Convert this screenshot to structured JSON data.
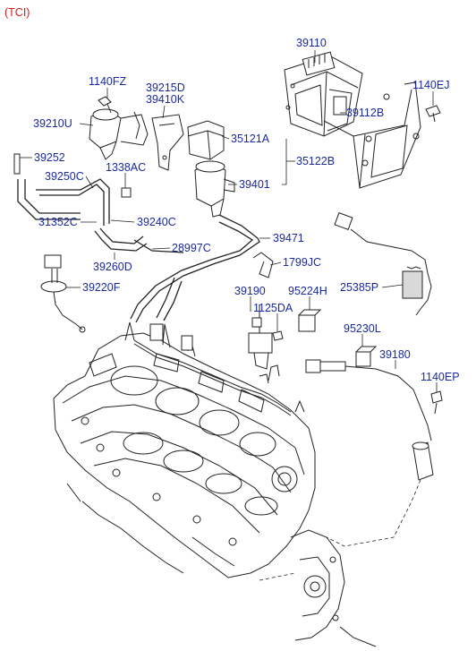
{
  "variant": "(TCI)",
  "parts": {
    "p39110": "39110",
    "p1140FZ": "1140FZ",
    "p39215D": "39215D",
    "p39410K": "39410K",
    "p1140EJ": "1140EJ",
    "p39210U": "39210U",
    "p39112B": "39112B",
    "p35121A": "35121A",
    "p39252": "39252",
    "p1338AC": "1338AC",
    "p35122B": "35122B",
    "p39250C": "39250C",
    "p39401": "39401",
    "p31352C": "31352C",
    "p39240C": "39240C",
    "p39471": "39471",
    "p28997C": "28997C",
    "p39260D": "39260D",
    "p1799JC": "1799JC",
    "p39220F": "39220F",
    "p25385P": "25385P",
    "p39190": "39190",
    "p95224H": "95224H",
    "p1125DA": "1125DA",
    "p95230L": "95230L",
    "p39180": "39180",
    "p1140EP": "1140EP"
  },
  "colors": {
    "label": "#1a2a9c",
    "variant": "#cc1f1f",
    "line": "#222222"
  }
}
